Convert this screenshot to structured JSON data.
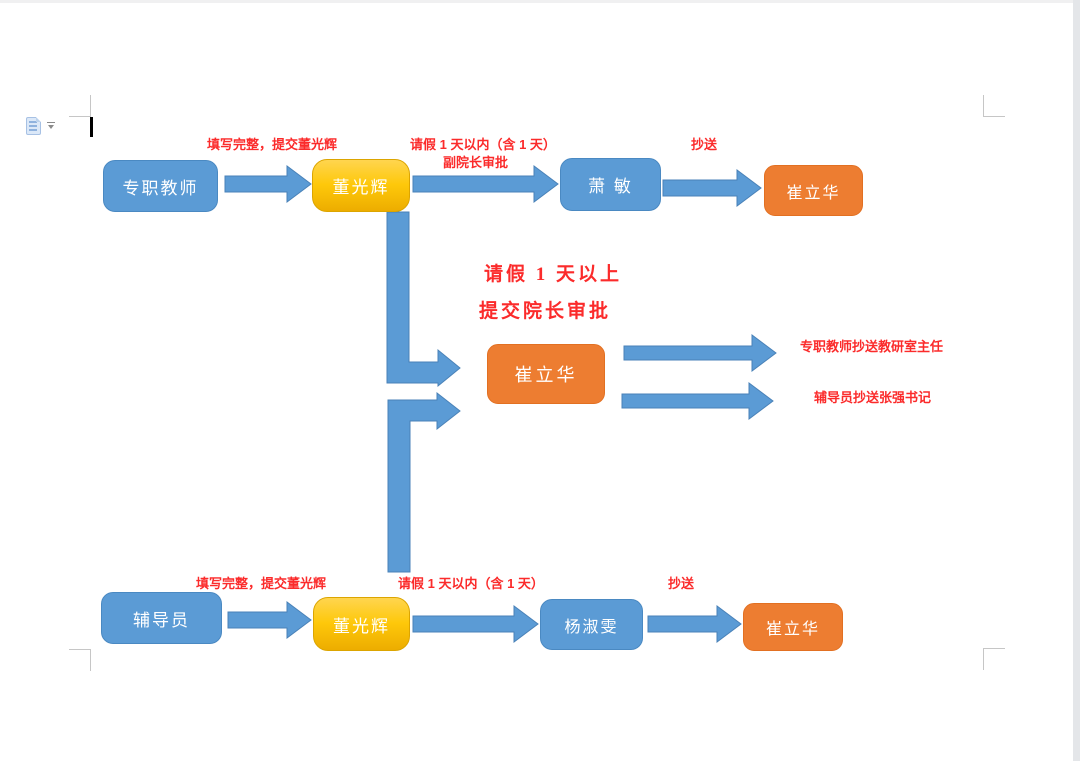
{
  "window": {
    "background": "#ffffff",
    "top_strip_color": "#f0f0f1",
    "right_page_gutter_color": "#e4e6e9"
  },
  "editor": {
    "paste_options_icon": "document-paste-icon",
    "paste_options_dropdown_icon": "chevron-down-icon",
    "text_caret_visible": true,
    "margin_crop_marks": 4
  },
  "colors": {
    "node_blue": "#5b9bd5",
    "node_gold": "#fec80a",
    "node_orange": "#ed7d31",
    "arrow_blue": "#5b9bd5",
    "annotation_red": "#fb2b2b"
  },
  "diagram": {
    "nodes": {
      "teacher": {
        "label": "专职教师",
        "color": "blue"
      },
      "dong_top": {
        "label": "董光辉",
        "color": "gold"
      },
      "xiao": {
        "label": "萧 敏",
        "color": "blue"
      },
      "cui_top": {
        "label": "崔立华",
        "color": "orange"
      },
      "dean_cui": {
        "label": "崔立华",
        "color": "orange"
      },
      "counselor": {
        "label": "辅导员",
        "color": "blue"
      },
      "dong_bottom": {
        "label": "董光辉",
        "color": "gold"
      },
      "yang": {
        "label": "杨淑雯",
        "color": "blue"
      },
      "cui_bottom": {
        "label": "崔立华",
        "color": "orange"
      }
    },
    "labels": {
      "fill_submit_top": "填写完整，提交董光辉",
      "leave_within_top": "请假 1 天以内（含 1 天）",
      "vice_dean_approval": "副院长审批",
      "cc_top": "抄送",
      "leave_over_line1": "请假 1 天以上",
      "leave_over_line2": "提交院长审批",
      "cc_teacher_note": "专职教师抄送教研室主任",
      "cc_counselor_note": "辅导员抄送张强书记",
      "fill_submit_bottom": "填写完整，提交董光辉",
      "leave_within_bottom": "请假 1 天以内（含 1 天）",
      "cc_bottom": "抄送"
    },
    "connectors": [
      "teacher->dong_top",
      "dong_top->xiao",
      "xiao->cui_top",
      "dong_top->dean_cui(elbow-down-right)",
      "dong_bottom->dean_cui(elbow-up-right)",
      "dean_cui->cc_teacher_note",
      "dean_cui->cc_counselor_note",
      "counselor->dong_bottom",
      "dong_bottom->yang",
      "yang->cui_bottom"
    ]
  }
}
